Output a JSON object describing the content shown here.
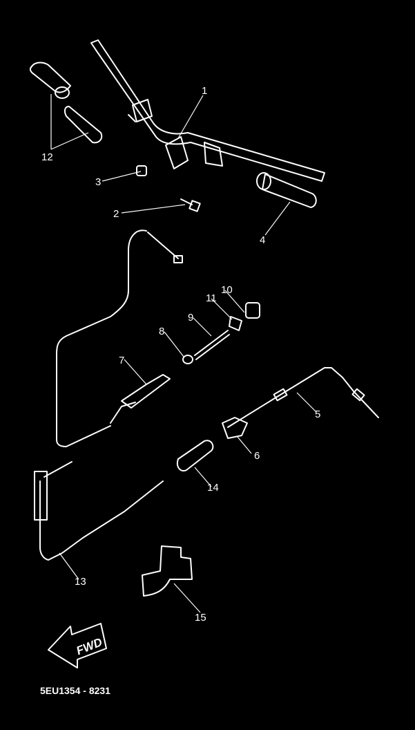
{
  "callouts": [
    {
      "id": "1",
      "text": "1"
    },
    {
      "id": "2",
      "text": "2"
    },
    {
      "id": "3",
      "text": "3"
    },
    {
      "id": "4",
      "text": "4"
    },
    {
      "id": "5",
      "text": "5"
    },
    {
      "id": "6",
      "text": "6"
    },
    {
      "id": "7",
      "text": "7"
    },
    {
      "id": "8",
      "text": "8"
    },
    {
      "id": "9",
      "text": "9"
    },
    {
      "id": "10",
      "text": "10"
    },
    {
      "id": "11",
      "text": "11"
    },
    {
      "id": "12",
      "text": "12"
    },
    {
      "id": "13",
      "text": "13"
    },
    {
      "id": "14",
      "text": "14"
    },
    {
      "id": "15",
      "text": "15"
    }
  ],
  "direction_label": "FWD",
  "drawing_code": "5EU1354 - 8231",
  "colors": {
    "background": "#000000",
    "line": "#ffffff"
  }
}
